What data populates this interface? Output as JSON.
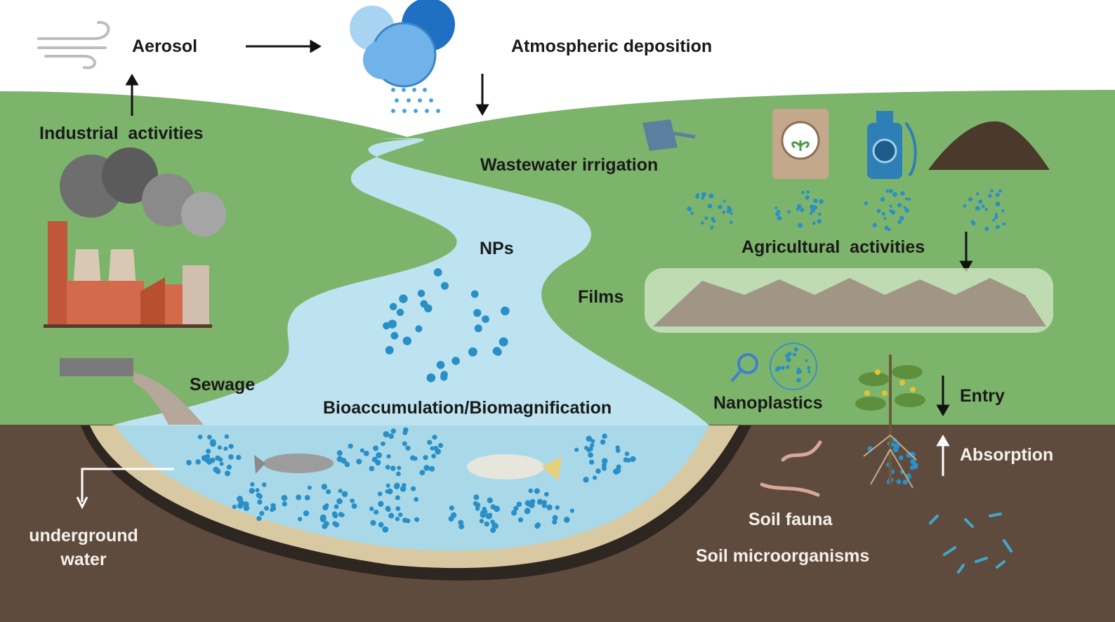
{
  "labels": {
    "aerosol": "Aerosol",
    "atmospheric_deposition": "Atmospheric deposition",
    "industrial_activities": "Industrial  activities",
    "wastewater_irrigation": "Wastewater irrigation",
    "nps": "NPs",
    "agricultural_activities": "Agricultural  activities",
    "films": "Films",
    "sewage": "Sewage",
    "bioaccumulation": "Bioaccumulation/Biomagnification",
    "nanoplastics": "Nanoplastics",
    "entry": "Entry",
    "absorption": "Absorption",
    "underground_water_1": "underground",
    "underground_water_2": "water",
    "soil_fauna": "Soil fauna",
    "soil_microorganisms": "Soil microorganisms"
  },
  "colors": {
    "sky": "#ffffff",
    "grass": "#7db46b",
    "soil": "#5f4b3e",
    "river": "#bce3ef",
    "pond": "#a9d9e9",
    "sand": "#d8c9a2",
    "particle": "#2a8fc7"
  }
}
